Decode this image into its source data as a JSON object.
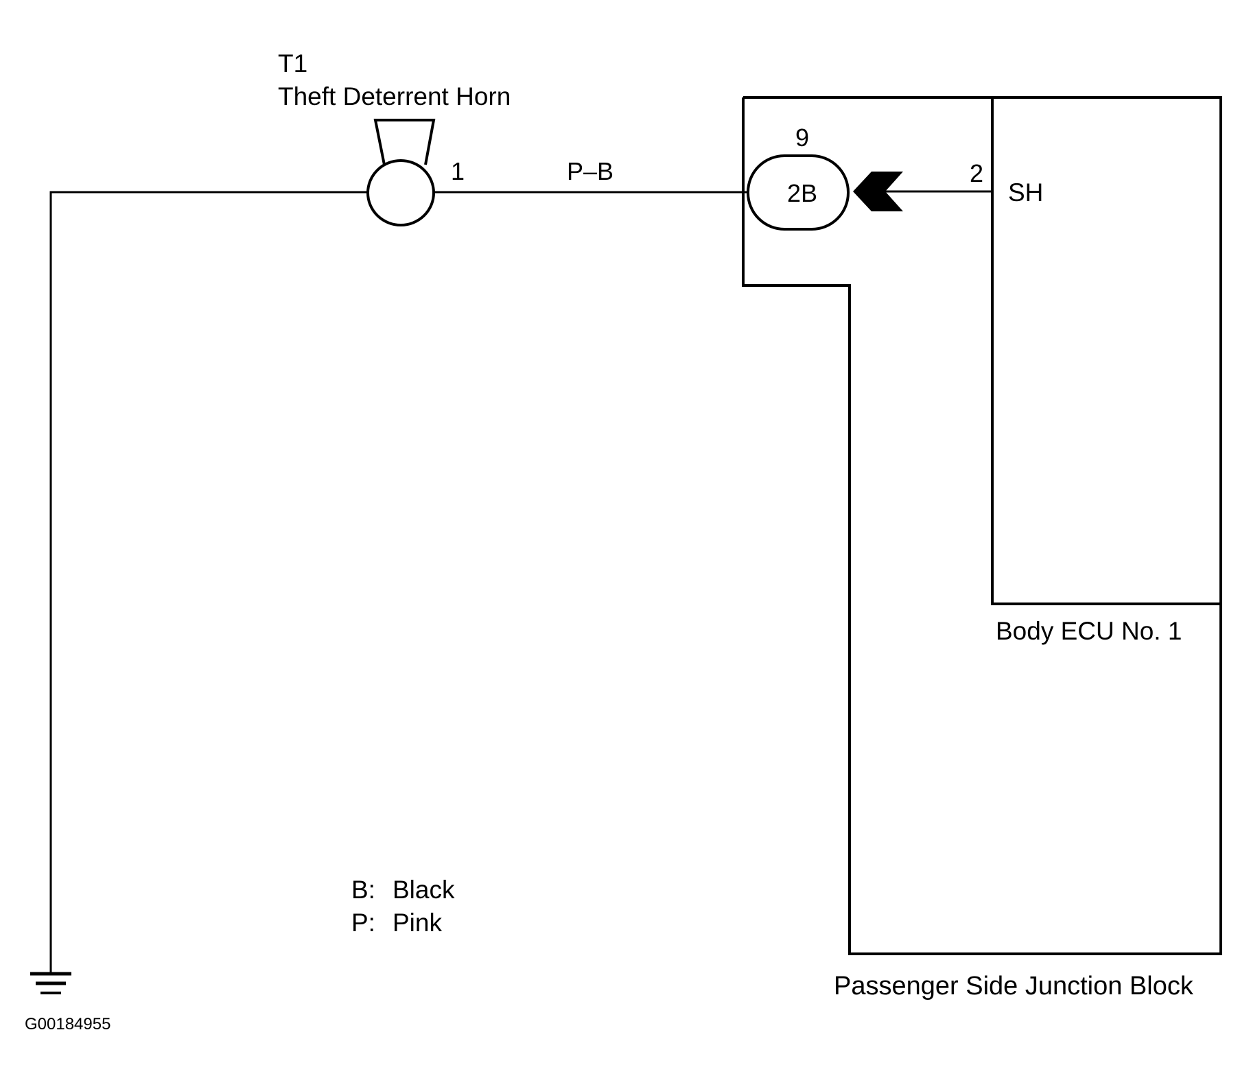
{
  "diagram": {
    "type": "wiring-schematic",
    "colors": {
      "line": "#000000",
      "background": "#ffffff"
    },
    "components": {
      "horn": {
        "code": "T1",
        "name": "Theft Deterrent Horn",
        "pin": "1"
      },
      "wire": {
        "color_code": "P–B"
      },
      "connector": {
        "id": "2B",
        "pin": "9"
      },
      "ecu": {
        "name": "Body ECU No. 1",
        "pin": "2",
        "terminal": "SH"
      },
      "junction_block": {
        "name": "Passenger Side Junction Block"
      }
    },
    "legend": [
      {
        "code": "B:",
        "meaning": "Black"
      },
      {
        "code": "P:",
        "meaning": "Pink"
      }
    ],
    "figure_id": "G00184955",
    "icons": {
      "ground": "ground-icon",
      "horn": "horn-icon",
      "connector": "connector-oval-icon",
      "arrow": "connector-arrow-icon"
    }
  }
}
